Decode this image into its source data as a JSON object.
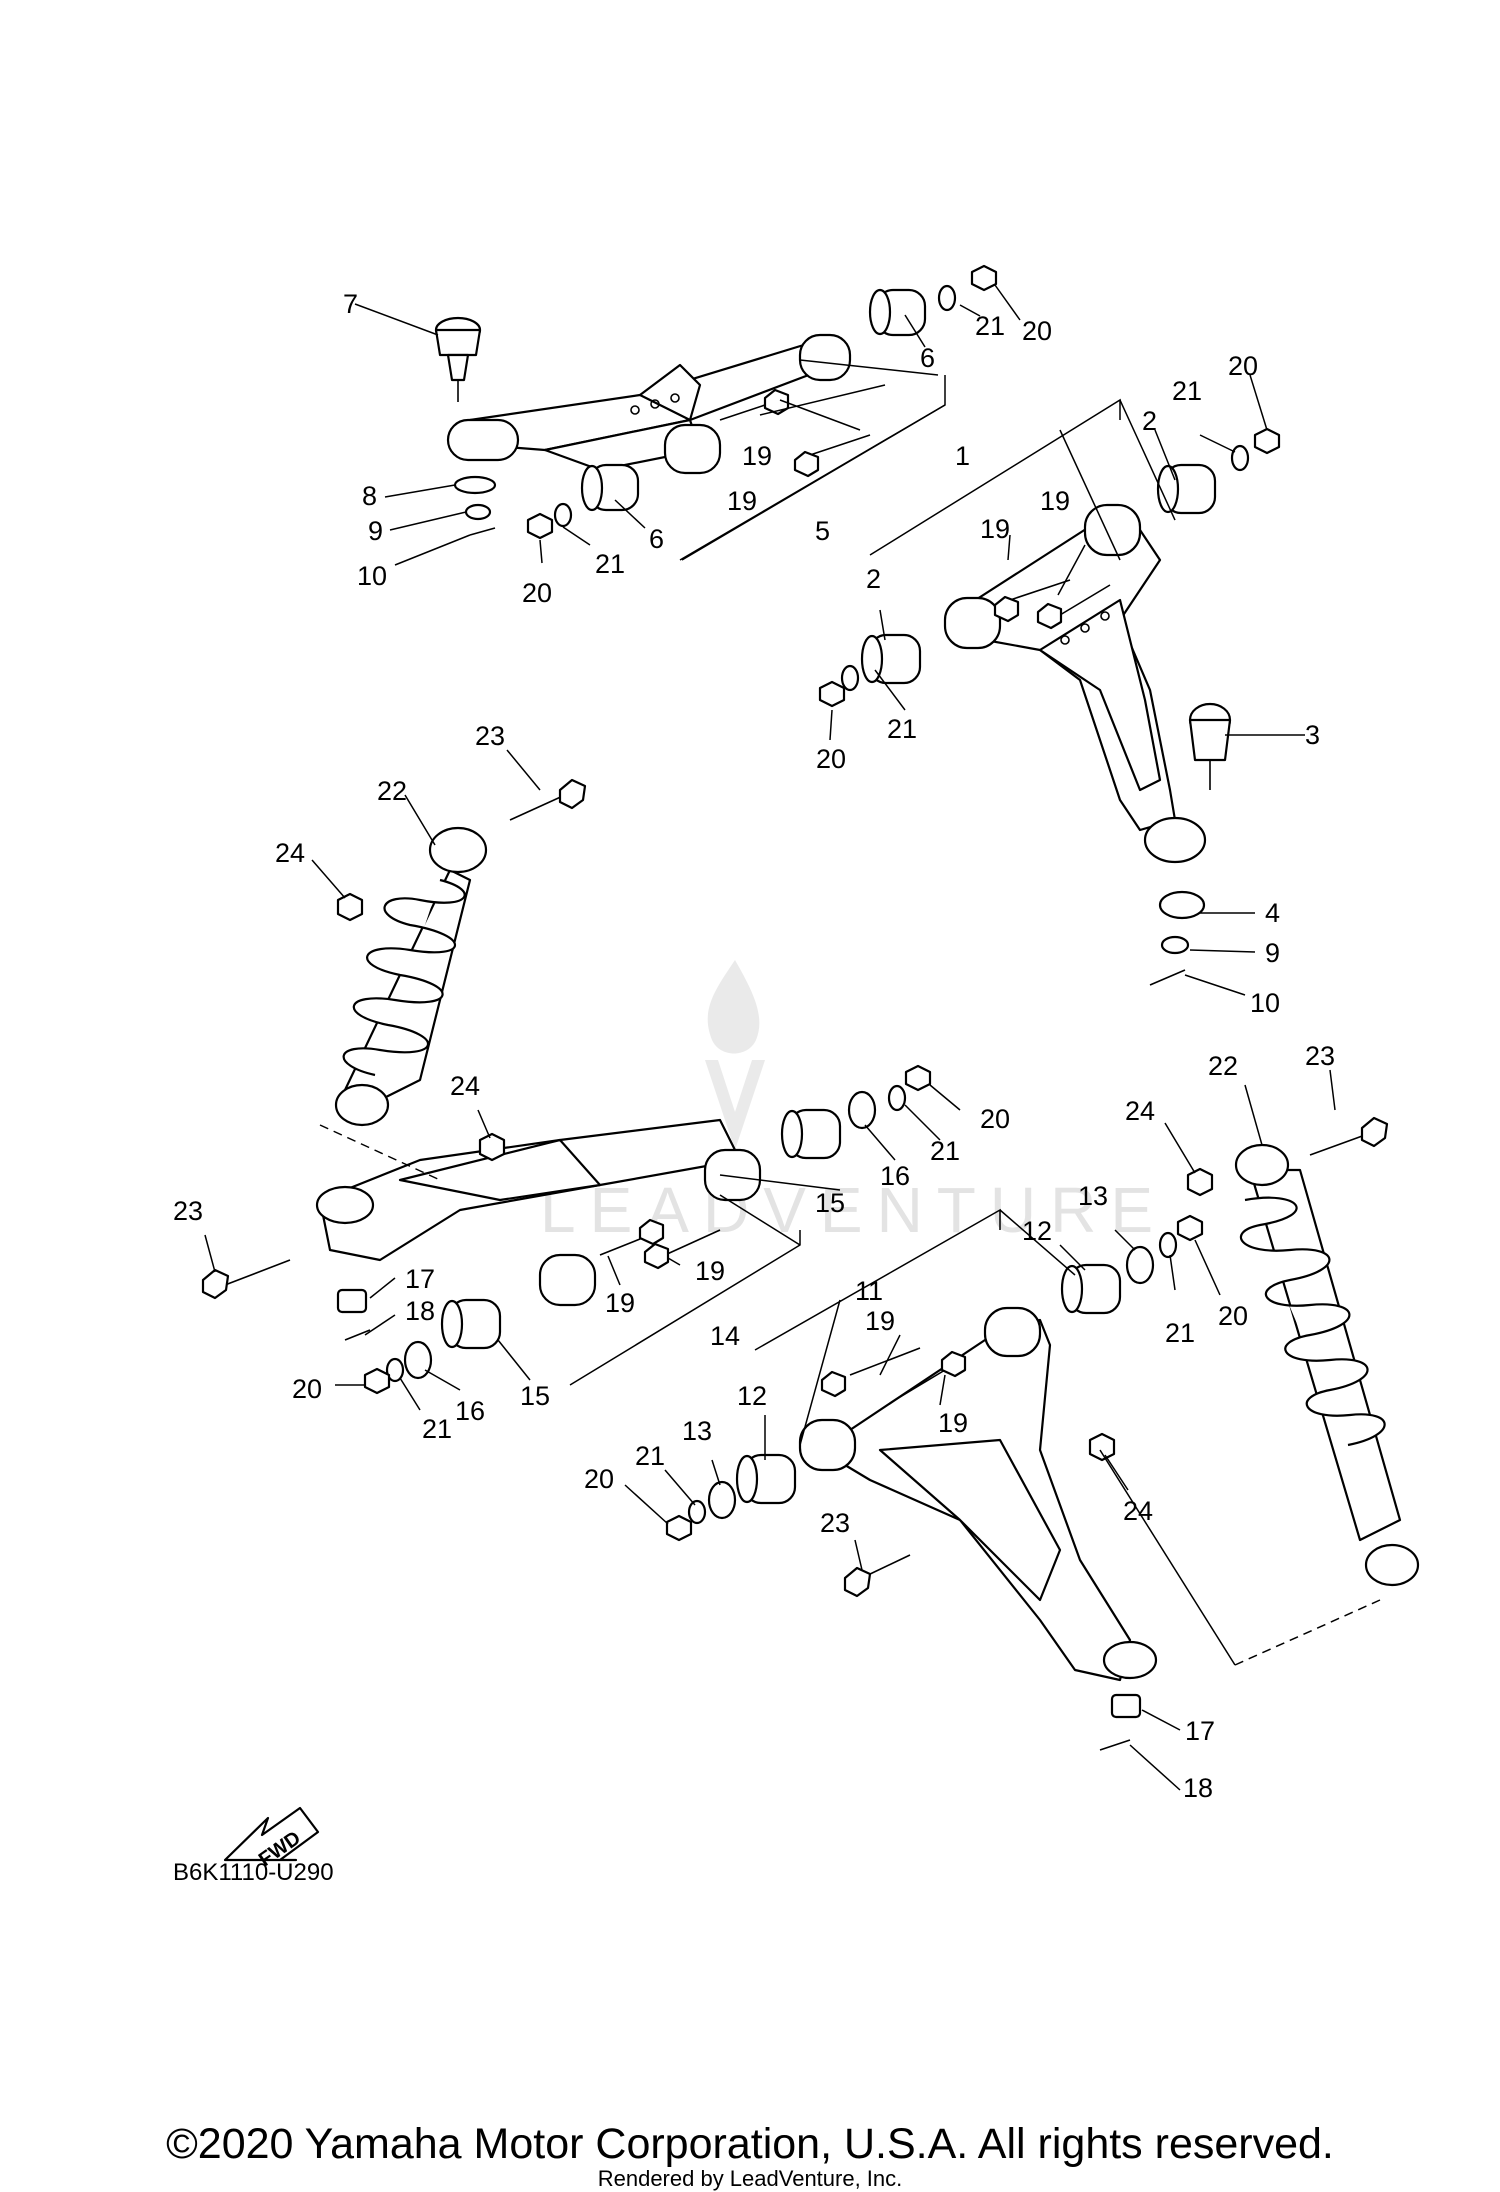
{
  "diagram_code": "B6K1110-U290",
  "fwd_label": "FWD",
  "watermark_text": "LEADVENTURE",
  "copyright": "©2020 Yamaha Motor Corporation, U.S.A. All rights reserved.",
  "rendered_by": "Rendered by LeadVenture, Inc.",
  "callouts": [
    {
      "id": "c7",
      "label": "7"
    },
    {
      "id": "c8",
      "label": "8"
    },
    {
      "id": "c9a",
      "label": "9"
    },
    {
      "id": "c10a",
      "label": "10"
    },
    {
      "id": "c20a",
      "label": "20"
    },
    {
      "id": "c21a",
      "label": "21"
    },
    {
      "id": "c6a",
      "label": "6"
    },
    {
      "id": "c5",
      "label": "5"
    },
    {
      "id": "c19a",
      "label": "19"
    },
    {
      "id": "c19b",
      "label": "19"
    },
    {
      "id": "c6b",
      "label": "6"
    },
    {
      "id": "c21b",
      "label": "21"
    },
    {
      "id": "c20b",
      "label": "20"
    },
    {
      "id": "c1",
      "label": "1"
    },
    {
      "id": "c2a",
      "label": "2"
    },
    {
      "id": "c21c",
      "label": "21"
    },
    {
      "id": "c20c",
      "label": "20"
    },
    {
      "id": "c19c",
      "label": "19"
    },
    {
      "id": "c19d",
      "label": "19"
    },
    {
      "id": "c2b",
      "label": "2"
    },
    {
      "id": "c21d",
      "label": "21"
    },
    {
      "id": "c20d",
      "label": "20"
    },
    {
      "id": "c3",
      "label": "3"
    },
    {
      "id": "c4",
      "label": "4"
    },
    {
      "id": "c9b",
      "label": "9"
    },
    {
      "id": "c10b",
      "label": "10"
    },
    {
      "id": "c23a",
      "label": "23"
    },
    {
      "id": "c22a",
      "label": "22"
    },
    {
      "id": "c24a",
      "label": "24"
    },
    {
      "id": "c24b",
      "label": "24"
    },
    {
      "id": "c20e",
      "label": "20"
    },
    {
      "id": "c21e",
      "label": "21"
    },
    {
      "id": "c16a",
      "label": "16"
    },
    {
      "id": "c15a",
      "label": "15"
    },
    {
      "id": "c23b",
      "label": "23"
    },
    {
      "id": "c17a",
      "label": "17"
    },
    {
      "id": "c18a",
      "label": "18"
    },
    {
      "id": "c19e",
      "label": "19"
    },
    {
      "id": "c19f",
      "label": "19"
    },
    {
      "id": "c14",
      "label": "14"
    },
    {
      "id": "c15b",
      "label": "15"
    },
    {
      "id": "c16b",
      "label": "16"
    },
    {
      "id": "c20f",
      "label": "20"
    },
    {
      "id": "c21f",
      "label": "21"
    },
    {
      "id": "c23c",
      "label": "23"
    },
    {
      "id": "c22b",
      "label": "22"
    },
    {
      "id": "c24c",
      "label": "24"
    },
    {
      "id": "c13a",
      "label": "13"
    },
    {
      "id": "c12a",
      "label": "12"
    },
    {
      "id": "c11",
      "label": "11"
    },
    {
      "id": "c20g",
      "label": "20"
    },
    {
      "id": "c21g",
      "label": "21"
    },
    {
      "id": "c19g",
      "label": "19"
    },
    {
      "id": "c19h",
      "label": "19"
    },
    {
      "id": "c12b",
      "label": "12"
    },
    {
      "id": "c13b",
      "label": "13"
    },
    {
      "id": "c21h",
      "label": "21"
    },
    {
      "id": "c20h",
      "label": "20"
    },
    {
      "id": "c24d",
      "label": "24"
    },
    {
      "id": "c23d",
      "label": "23"
    },
    {
      "id": "c17b",
      "label": "17"
    },
    {
      "id": "c18b",
      "label": "18"
    }
  ]
}
